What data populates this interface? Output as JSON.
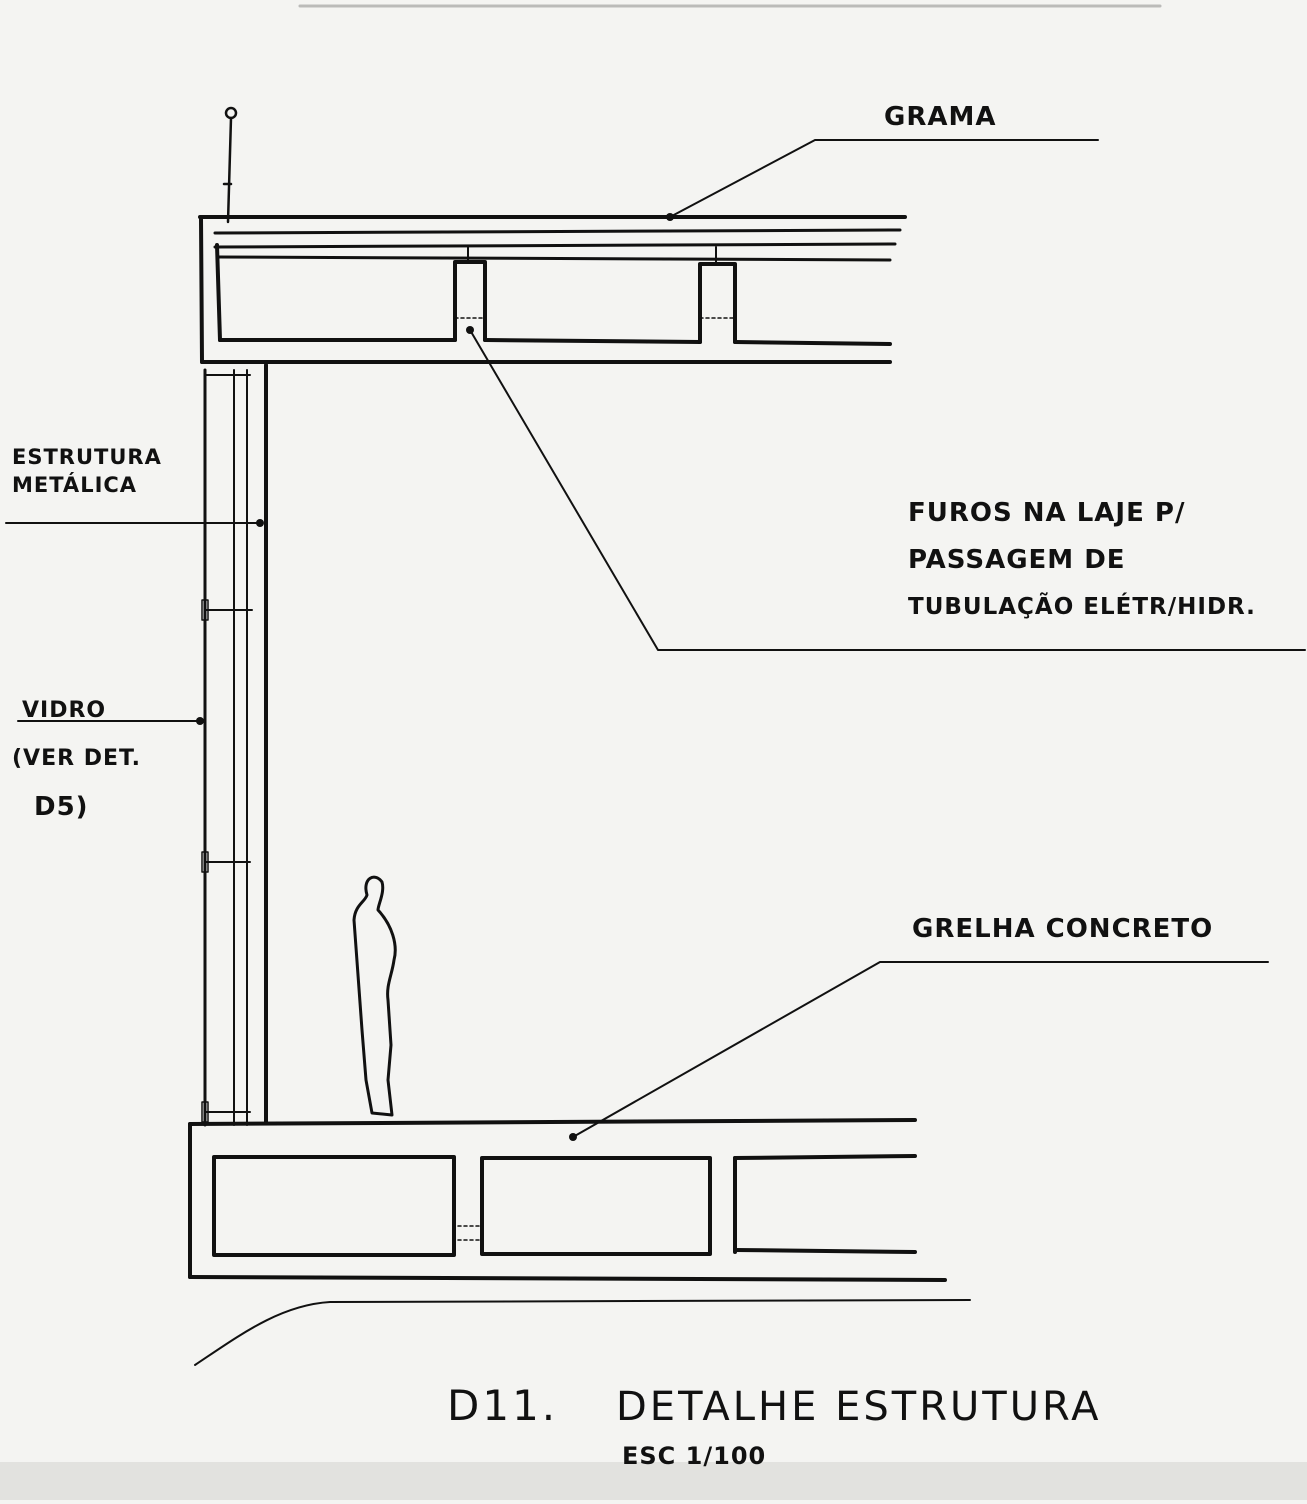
{
  "labels": {
    "grama": "GRAMA",
    "estrutura_1": "ESTRUTURA",
    "estrutura_2": "METÁLICA",
    "furos_1": "FUROS NA LAJE P/",
    "furos_2": "PASSAGEM DE",
    "furos_3": "TUBULAÇÃO ELÉTR/HIDR.",
    "vidro_1": "VIDRO",
    "vidro_2": "(VER DET.",
    "vidro_3": "D5)",
    "grelha": "GRELHA CONCRETO"
  },
  "title": {
    "code": "D11.",
    "name": "DETALHE ESTRUTURA",
    "scale": "ESC 1/100"
  }
}
